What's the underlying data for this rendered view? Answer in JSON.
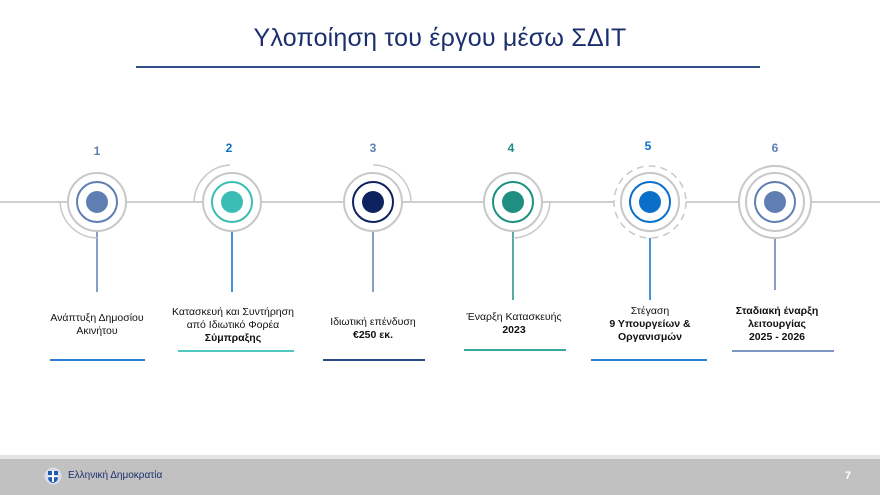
{
  "slide": {
    "title": "Υλοποίηση του έργου μέσω ΣΔΙΤ",
    "page_number": "7"
  },
  "footer": {
    "label": "Ελληνική Δημοκρατία",
    "emblem_icon": "greek-coat-of-arms-icon"
  },
  "colors": {
    "title": "#1b2f6e",
    "step1": "#5f7fb3",
    "step2": "#3bbdb5",
    "step3": "#0f2260",
    "step4": "#1f8f82",
    "step5": "#0a6fc8",
    "step6": "#5f7fb3",
    "ring": "#c8c8c8"
  },
  "steps": [
    {
      "number": "1",
      "line1": "Ανάπτυξη Δημοσίου",
      "line2": "Ακινήτου",
      "line3": ""
    },
    {
      "number": "2",
      "line1": "Κατασκευή και Συντήρηση",
      "line2": "από Ιδιωτικό Φορέα",
      "line3": "Σύμπραξης"
    },
    {
      "number": "3",
      "line1": "Ιδιωτική επένδυση",
      "line2": "€250 εκ.",
      "line3": ""
    },
    {
      "number": "4",
      "line1": "Έναρξη Κατασκευής",
      "line2": "2023",
      "line3": ""
    },
    {
      "number": "5",
      "line1": "Στέγαση",
      "line2": "9 Υπουργείων &",
      "line3": "Οργανισμών"
    },
    {
      "number": "6",
      "line1": "Σταδιακή έναρξη",
      "line2": "λειτουργίας",
      "line3": "2025 - 2026"
    }
  ]
}
